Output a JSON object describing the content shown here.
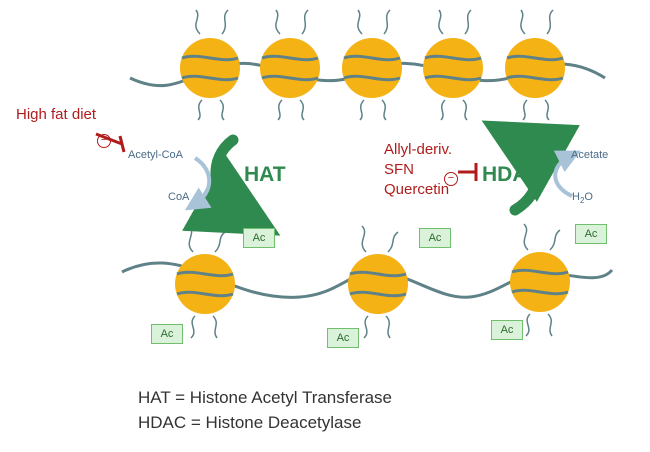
{
  "labels": {
    "high_fat_diet": "High fat diet",
    "acetyl_coa": "Acetyl-CoA",
    "coa": "CoA",
    "hat": "HAT",
    "hdac": "HDAC",
    "acetate": "Acetate",
    "h2o_main": "H",
    "h2o_sub": "2",
    "h2o_end": "O",
    "inhibitors": [
      "Allyl-deriv.",
      "SFN",
      "Quercetin"
    ],
    "inhibition_sign": "−"
  },
  "acetyl_tag": "Ac",
  "legend": [
    "HAT = Histone Acetyl Transferase",
    "HDAC = Histone Deacetylase"
  ],
  "colors": {
    "nucleosome": "#f5b215",
    "dna_strand": "#5f8188",
    "enzyme_arrow": "#2f8a4f",
    "inhibitor_text": "#b01c1c",
    "cofactor_arrow": "#a8c3d8",
    "acetyl_box": "#d9f2d9"
  }
}
